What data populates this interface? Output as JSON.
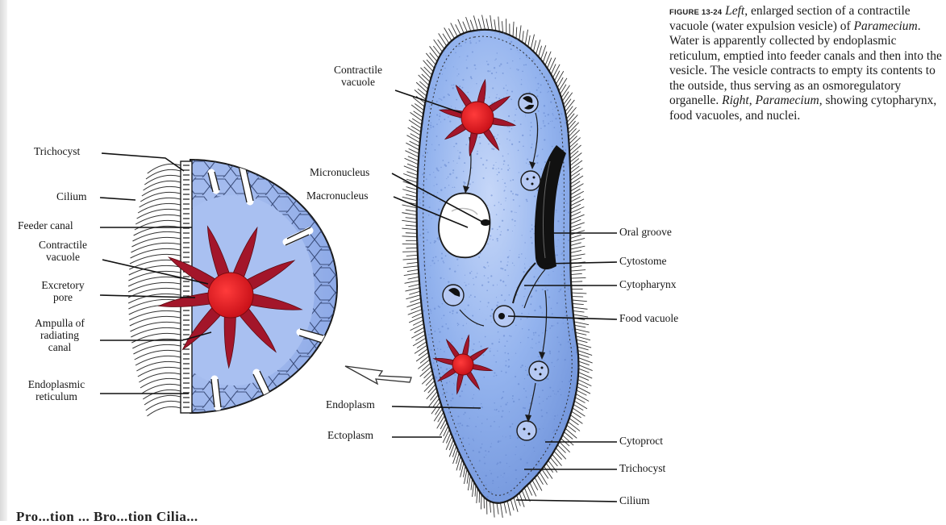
{
  "caption": {
    "tag": "FIGURE 13-24",
    "segments": [
      {
        "text": "Left",
        "italic": true
      },
      {
        "text": ", enlarged section of a contractile vacuole (water expulsion vesicle) of ",
        "italic": false
      },
      {
        "text": "Paramecium",
        "italic": true
      },
      {
        "text": ". Water is apparently collected by endoplasmic reticulum, emptied into feeder canals and then into the vesicle. The vesicle contracts to empty its contents to the outside, thus serving as an osmoregulatory organelle. ",
        "italic": false
      },
      {
        "text": "Right",
        "italic": true
      },
      {
        "text": ", ",
        "italic": false
      },
      {
        "text": "Paramecium",
        "italic": true
      },
      {
        "text": ", showing cytopharynx, food vacuoles, and nuclei.",
        "italic": false
      }
    ]
  },
  "left_labels": {
    "trichocyst": "Trichocyst",
    "cilium": "Cilium",
    "feeder_canal": "Feeder canal",
    "contractile_vacuole": "Contractile\nvacuole",
    "excretory_pore": "Excretory\npore",
    "ampulla": "Ampulla of\nradiating\ncanal",
    "endoplasmic_reticulum": "Endoplasmic\nreticulum"
  },
  "right_labels": {
    "contractile_vacuole": "Contractile\nvacuole",
    "micronucleus": "Micronucleus",
    "macronucleus": "Macronucleus",
    "oral_groove": "Oral groove",
    "cytostome": "Cytostome",
    "cytopharynx": "Cytopharynx",
    "food_vacuole": "Food vacuole",
    "endoplasm": "Endoplasm",
    "ectoplasm": "Ectoplasm",
    "cytoproct": "Cytoproct",
    "trichocyst": "Trichocyst",
    "cilium": "Cilium"
  },
  "bottom_text": "Pro...tion ... Bro...tion Cilia...",
  "colors": {
    "cell_body": "#8fb0ec",
    "cell_body_light": "#b9cdf5",
    "vacuole_red": "#d91a24",
    "ray_red": "#a3162a",
    "outline": "#1a1a1a",
    "reticulum": "#3b4d7a"
  }
}
